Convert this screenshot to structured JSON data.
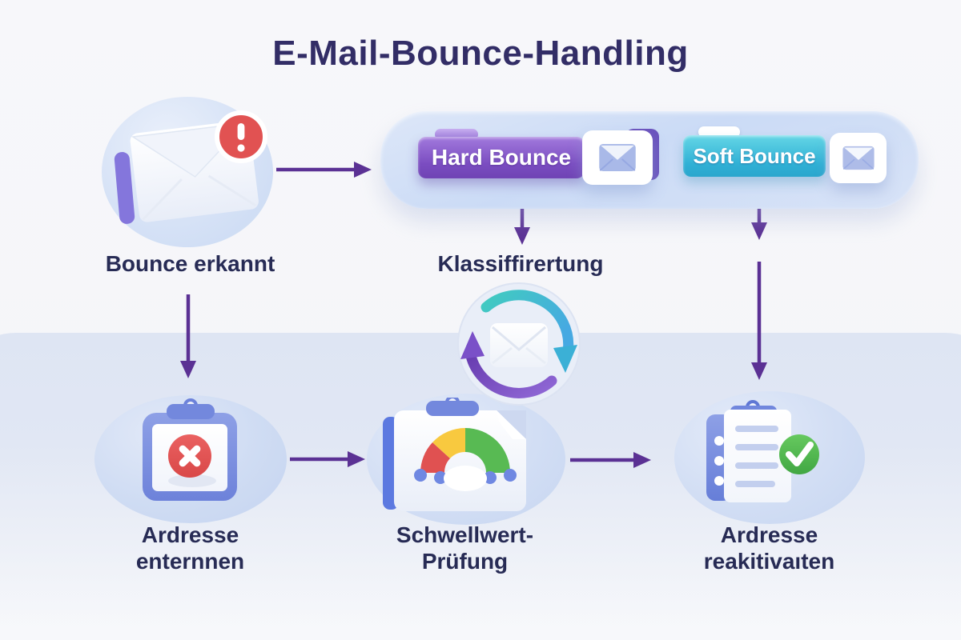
{
  "title": "E-Mail-Bounce-Handling",
  "flow": {
    "bounce_detected": {
      "label": "Bounce erkannt"
    },
    "classification": {
      "label": "Klassiffirertung",
      "hard_bounce_label": "Hard Bounce",
      "soft_bounce_label": "Soft Bounce"
    },
    "remove_address": {
      "line1": "Ardresse",
      "line2": "enternnen"
    },
    "threshold_check": {
      "line1": "Schwellwert-",
      "line2": "Prüfung"
    },
    "reactivate_address": {
      "line1": "Ardresse",
      "line2": "reakitivaıten"
    }
  },
  "colors": {
    "title_text": "#322d66",
    "label_text": "#272b55",
    "arrow": "#5b3194",
    "hard_bounce": "#7b4dc1",
    "soft_bounce": "#30b0d5",
    "alert_red": "#e15252",
    "success_green": "#4db04a",
    "panel_blue": "#cddcf6",
    "band_blue": "#dfe6f3"
  }
}
